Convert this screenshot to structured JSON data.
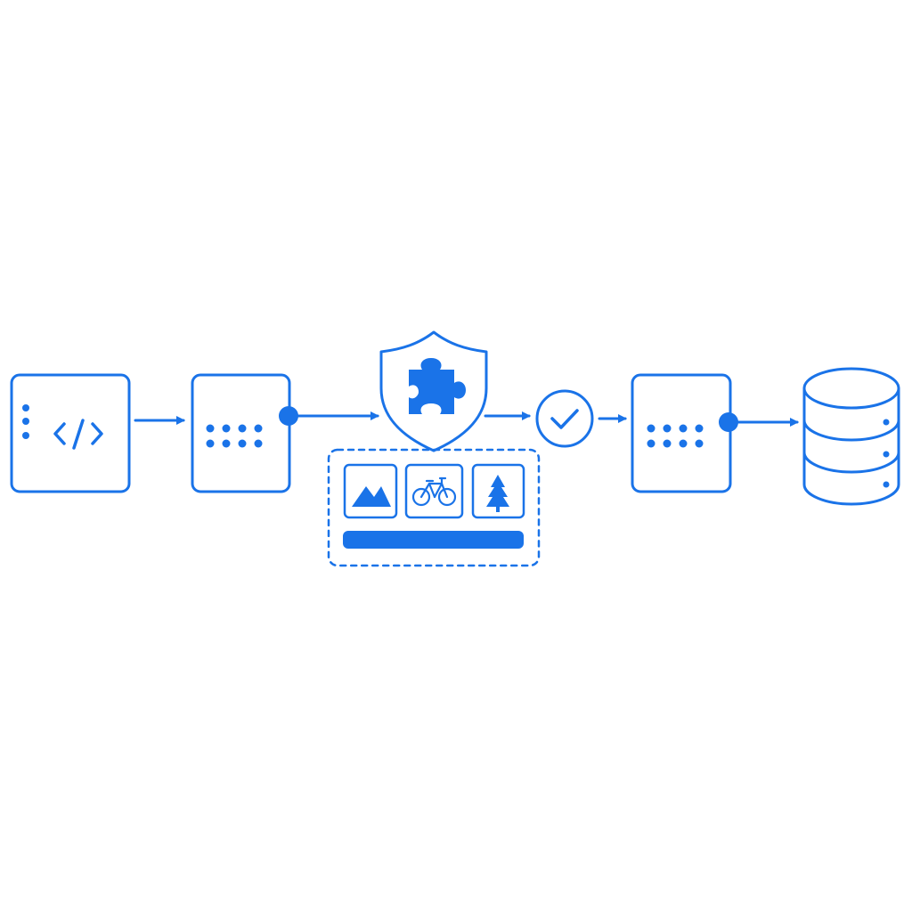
{
  "diagram": {
    "kind": "pipeline-flow",
    "flow_direction": "left-to-right",
    "theme": {
      "accent": "#1a73e8",
      "background": "#ffffff"
    },
    "nodes": [
      {
        "id": "source-code",
        "icon": "code-brackets-icon"
      },
      {
        "id": "input-payload",
        "icon": "dot-grid-icon"
      },
      {
        "id": "security-verification",
        "icon": "shield-puzzle-icon"
      },
      {
        "id": "verified",
        "icon": "check-circle-icon"
      },
      {
        "id": "output-payload",
        "icon": "dot-grid-icon"
      },
      {
        "id": "database",
        "icon": "database-icon"
      }
    ],
    "challenge_panel": {
      "tiles": [
        {
          "icon": "mountain-icon"
        },
        {
          "icon": "bicycle-icon"
        },
        {
          "icon": "tree-icon"
        }
      ],
      "progress": 1.0
    },
    "edges": [
      {
        "from": "source-code",
        "to": "input-payload"
      },
      {
        "from": "input-payload",
        "to": "security-verification"
      },
      {
        "from": "security-verification",
        "to": "verified"
      },
      {
        "from": "verified",
        "to": "output-payload"
      },
      {
        "from": "output-payload",
        "to": "database"
      }
    ]
  }
}
